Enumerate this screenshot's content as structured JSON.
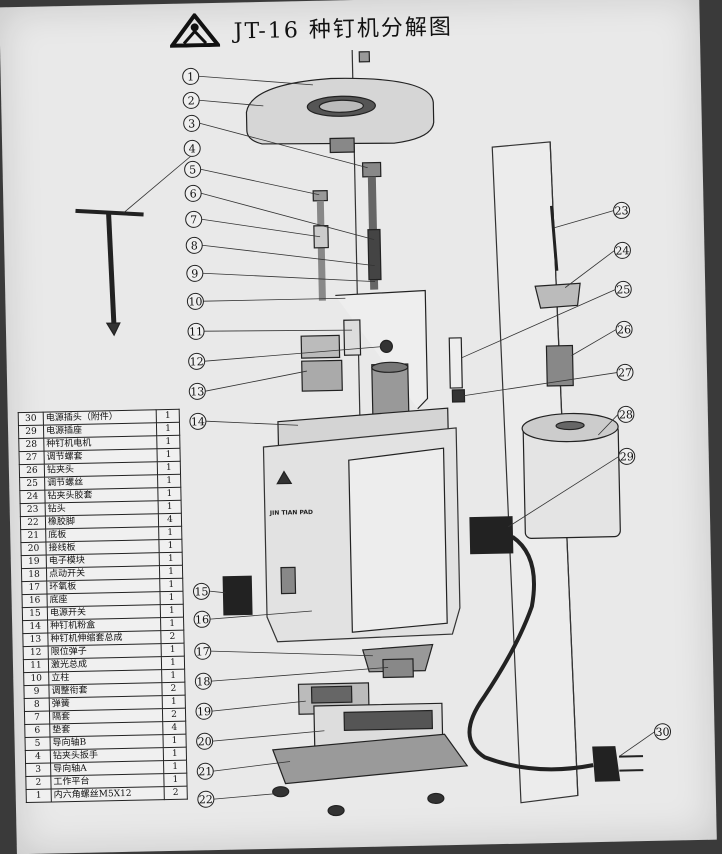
{
  "title": "JT-16 种钉机分解图",
  "logo_icon": "jt-logo-icon",
  "brand_label": "JIN TIAN PAD",
  "callouts": [
    "1",
    "2",
    "3",
    "4",
    "5",
    "6",
    "7",
    "8",
    "9",
    "10",
    "11",
    "12",
    "13",
    "14",
    "15",
    "16",
    "17",
    "18",
    "19",
    "20",
    "21",
    "22",
    "23",
    "24",
    "25",
    "26",
    "27",
    "28",
    "29",
    "30"
  ],
  "parts": [
    {
      "no": "30",
      "name": "电源插头（附件）",
      "qty": "1"
    },
    {
      "no": "29",
      "name": "电源插座",
      "qty": "1"
    },
    {
      "no": "28",
      "name": "种钉机电机",
      "qty": "1"
    },
    {
      "no": "27",
      "name": "调节螺套",
      "qty": "1"
    },
    {
      "no": "26",
      "name": "钻夹头",
      "qty": "1"
    },
    {
      "no": "25",
      "name": "调节螺丝",
      "qty": "1"
    },
    {
      "no": "24",
      "name": "钻夹头胶套",
      "qty": "1"
    },
    {
      "no": "23",
      "name": "钻头",
      "qty": "1"
    },
    {
      "no": "22",
      "name": "橡胶脚",
      "qty": "4"
    },
    {
      "no": "21",
      "name": "底板",
      "qty": "1"
    },
    {
      "no": "20",
      "name": "接线板",
      "qty": "1"
    },
    {
      "no": "19",
      "name": "电子模块",
      "qty": "1"
    },
    {
      "no": "18",
      "name": "点动开关",
      "qty": "1"
    },
    {
      "no": "17",
      "name": "环氧板",
      "qty": "1"
    },
    {
      "no": "16",
      "name": "底座",
      "qty": "1"
    },
    {
      "no": "15",
      "name": "电源开关",
      "qty": "1"
    },
    {
      "no": "14",
      "name": "种钉机粉盒",
      "qty": "1"
    },
    {
      "no": "13",
      "name": "种钉机伸缩套总成",
      "qty": "2"
    },
    {
      "no": "12",
      "name": "限位弹子",
      "qty": "1"
    },
    {
      "no": "11",
      "name": "激光总成",
      "qty": "1"
    },
    {
      "no": "10",
      "name": "立柱",
      "qty": "1"
    },
    {
      "no": "9",
      "name": "调整衔套",
      "qty": "2"
    },
    {
      "no": "8",
      "name": "弹簧",
      "qty": "1"
    },
    {
      "no": "7",
      "name": "隔套",
      "qty": "2"
    },
    {
      "no": "6",
      "name": "垫套",
      "qty": "4"
    },
    {
      "no": "5",
      "name": "导向轴B",
      "qty": "1"
    },
    {
      "no": "4",
      "name": "钻夹头扳手",
      "qty": "1"
    },
    {
      "no": "3",
      "name": "导向轴A",
      "qty": "1"
    },
    {
      "no": "2",
      "name": "工作平台",
      "qty": "1"
    },
    {
      "no": "1",
      "name": "内六角螺丝M5X12",
      "qty": "2"
    }
  ]
}
